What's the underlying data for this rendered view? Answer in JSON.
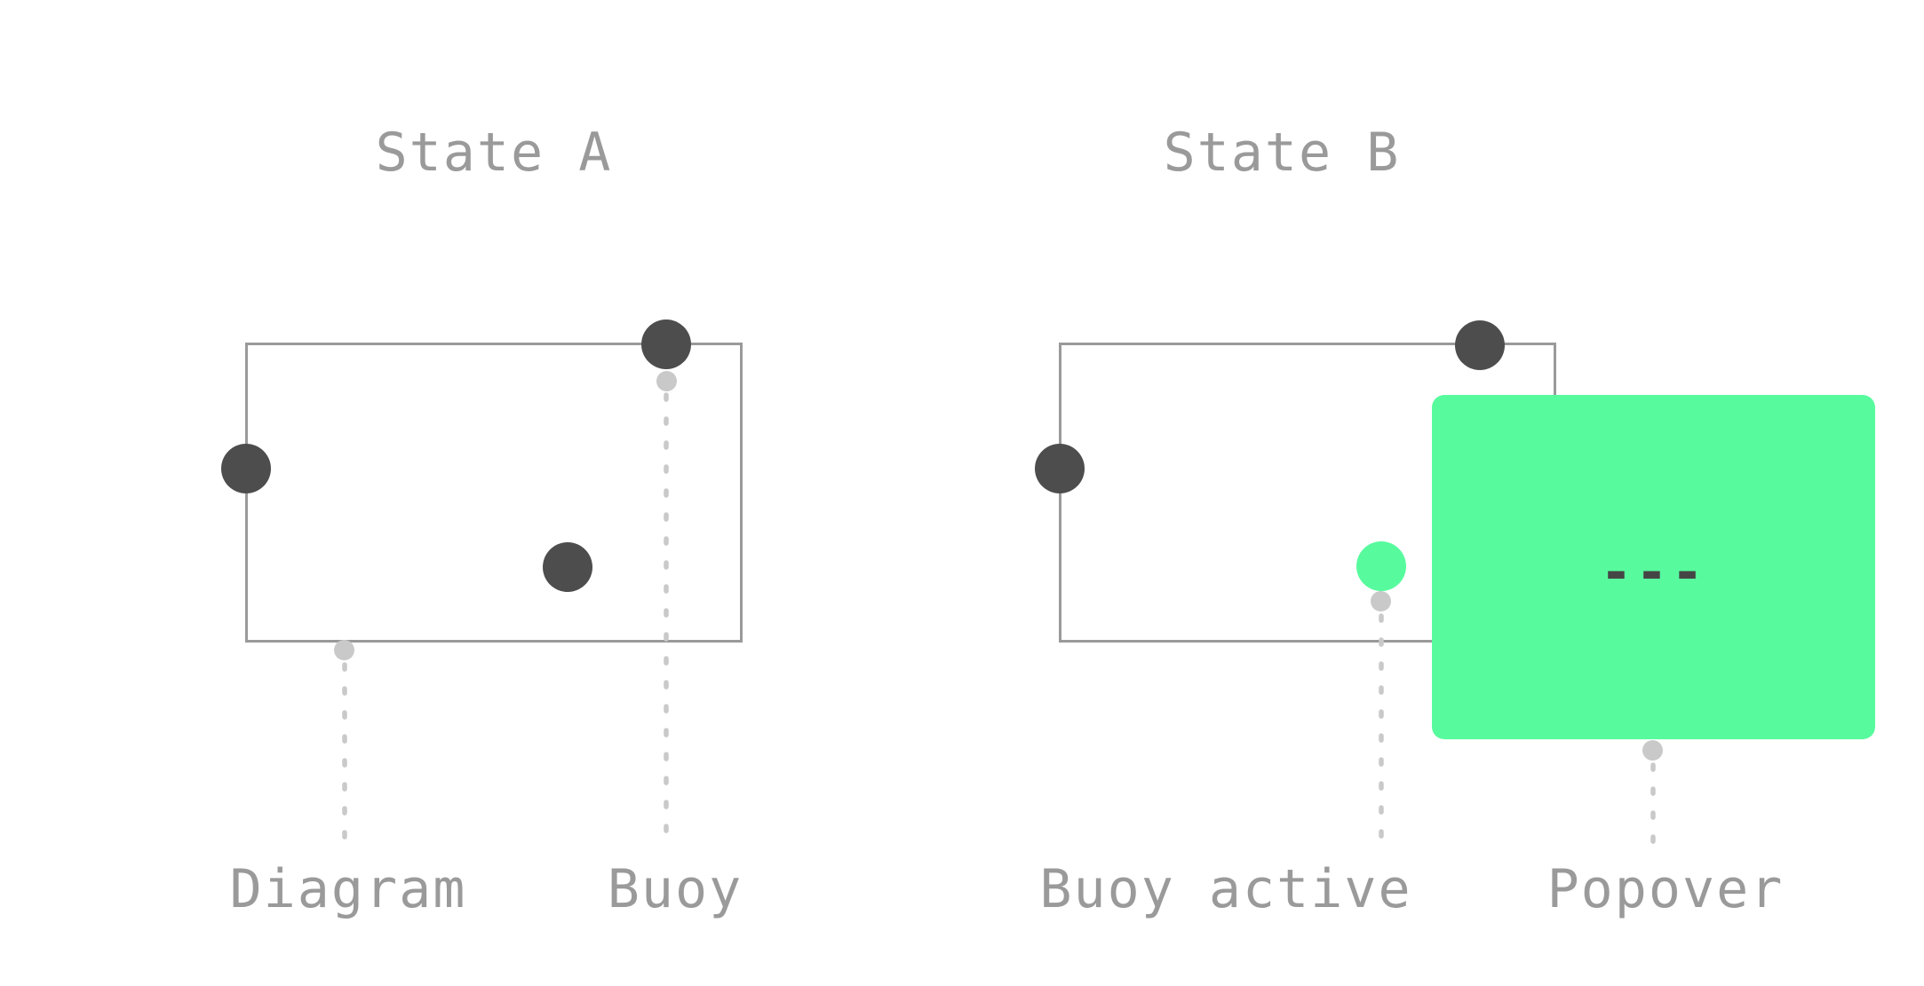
{
  "figure": {
    "state_a": {
      "title": "State A",
      "label_diagram": "Diagram",
      "label_buoy": "Buoy"
    },
    "state_b": {
      "title": "State B",
      "label_buoy_active": "Buoy active",
      "label_popover": "Popover",
      "popover_dashes": "---"
    }
  },
  "colors": {
    "accent_green": "#57fb9e",
    "buoy_dark": "#4d4d4d",
    "outline_gray": "#9a9a9a",
    "leader_dot_gray": "#c9c9c9",
    "text_gray": "#9a9a9a",
    "popover_dash_text": "#454545",
    "background": "#ffffff"
  }
}
